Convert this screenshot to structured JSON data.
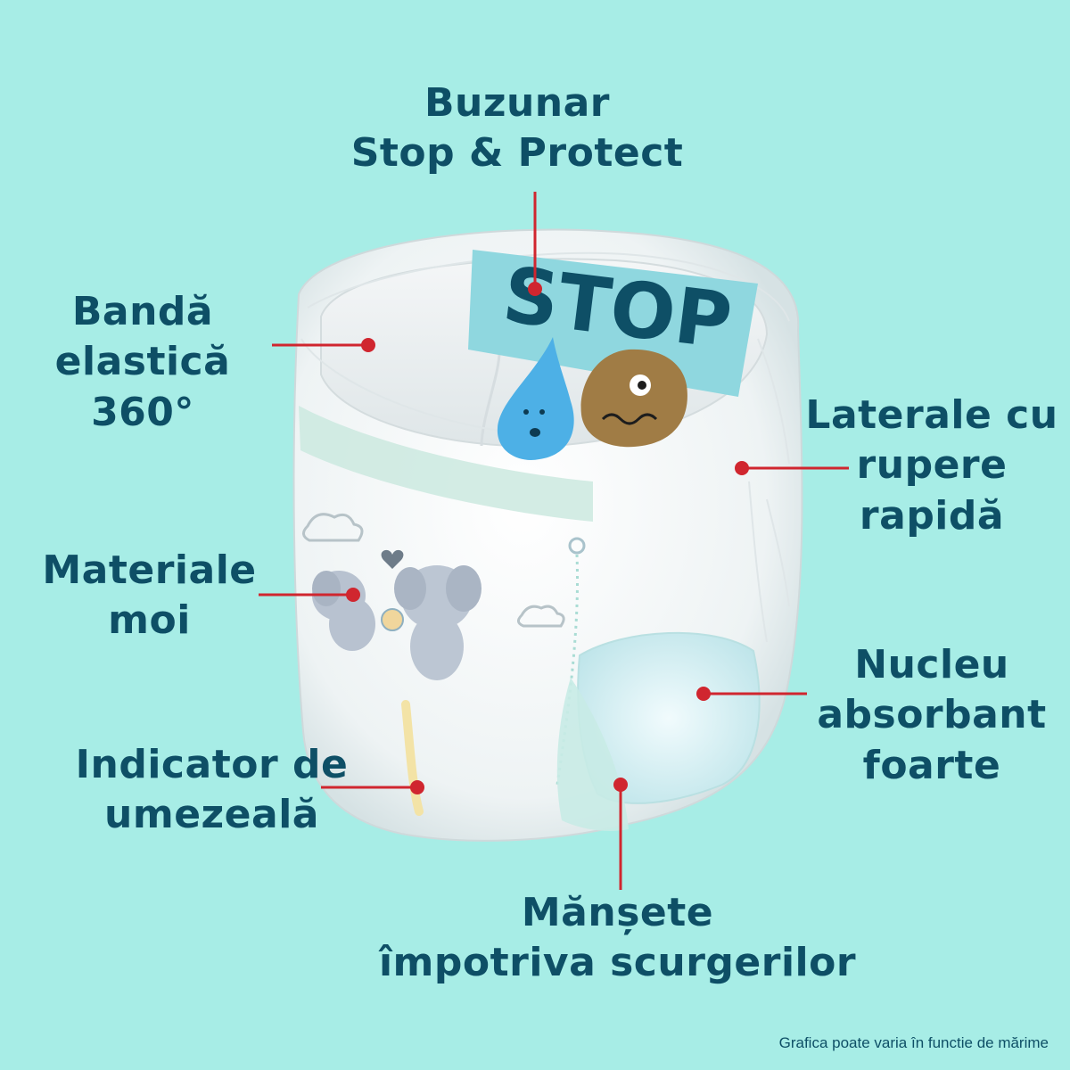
{
  "colors": {
    "background": "#a7ede6",
    "label_text": "#0e4f66",
    "pointer_line": "#d0262f",
    "stop_panel": "#8fd7df"
  },
  "callouts": {
    "pocket": {
      "line1": "Buzunar",
      "line2": "Stop & Protect"
    },
    "waistband": {
      "line1": "Bandă",
      "line2": "elastică",
      "line3": "360°"
    },
    "sides": {
      "line1": "Laterale cu",
      "line2": "rupere",
      "line3": "rapidă"
    },
    "materials": {
      "line1": "Materiale",
      "line2": "moi"
    },
    "core": {
      "line1": "Nucleu",
      "line2": "absorbant",
      "line3": "foarte"
    },
    "indicator": {
      "line1": "Indicator de",
      "line2": "umezeală"
    },
    "cuffs": {
      "line1": "Mănșete",
      "line2": "împotriva scurgerilor"
    }
  },
  "product": {
    "stop_label": "STOP"
  },
  "footnote": "Grafica poate varia în functie de mărime"
}
